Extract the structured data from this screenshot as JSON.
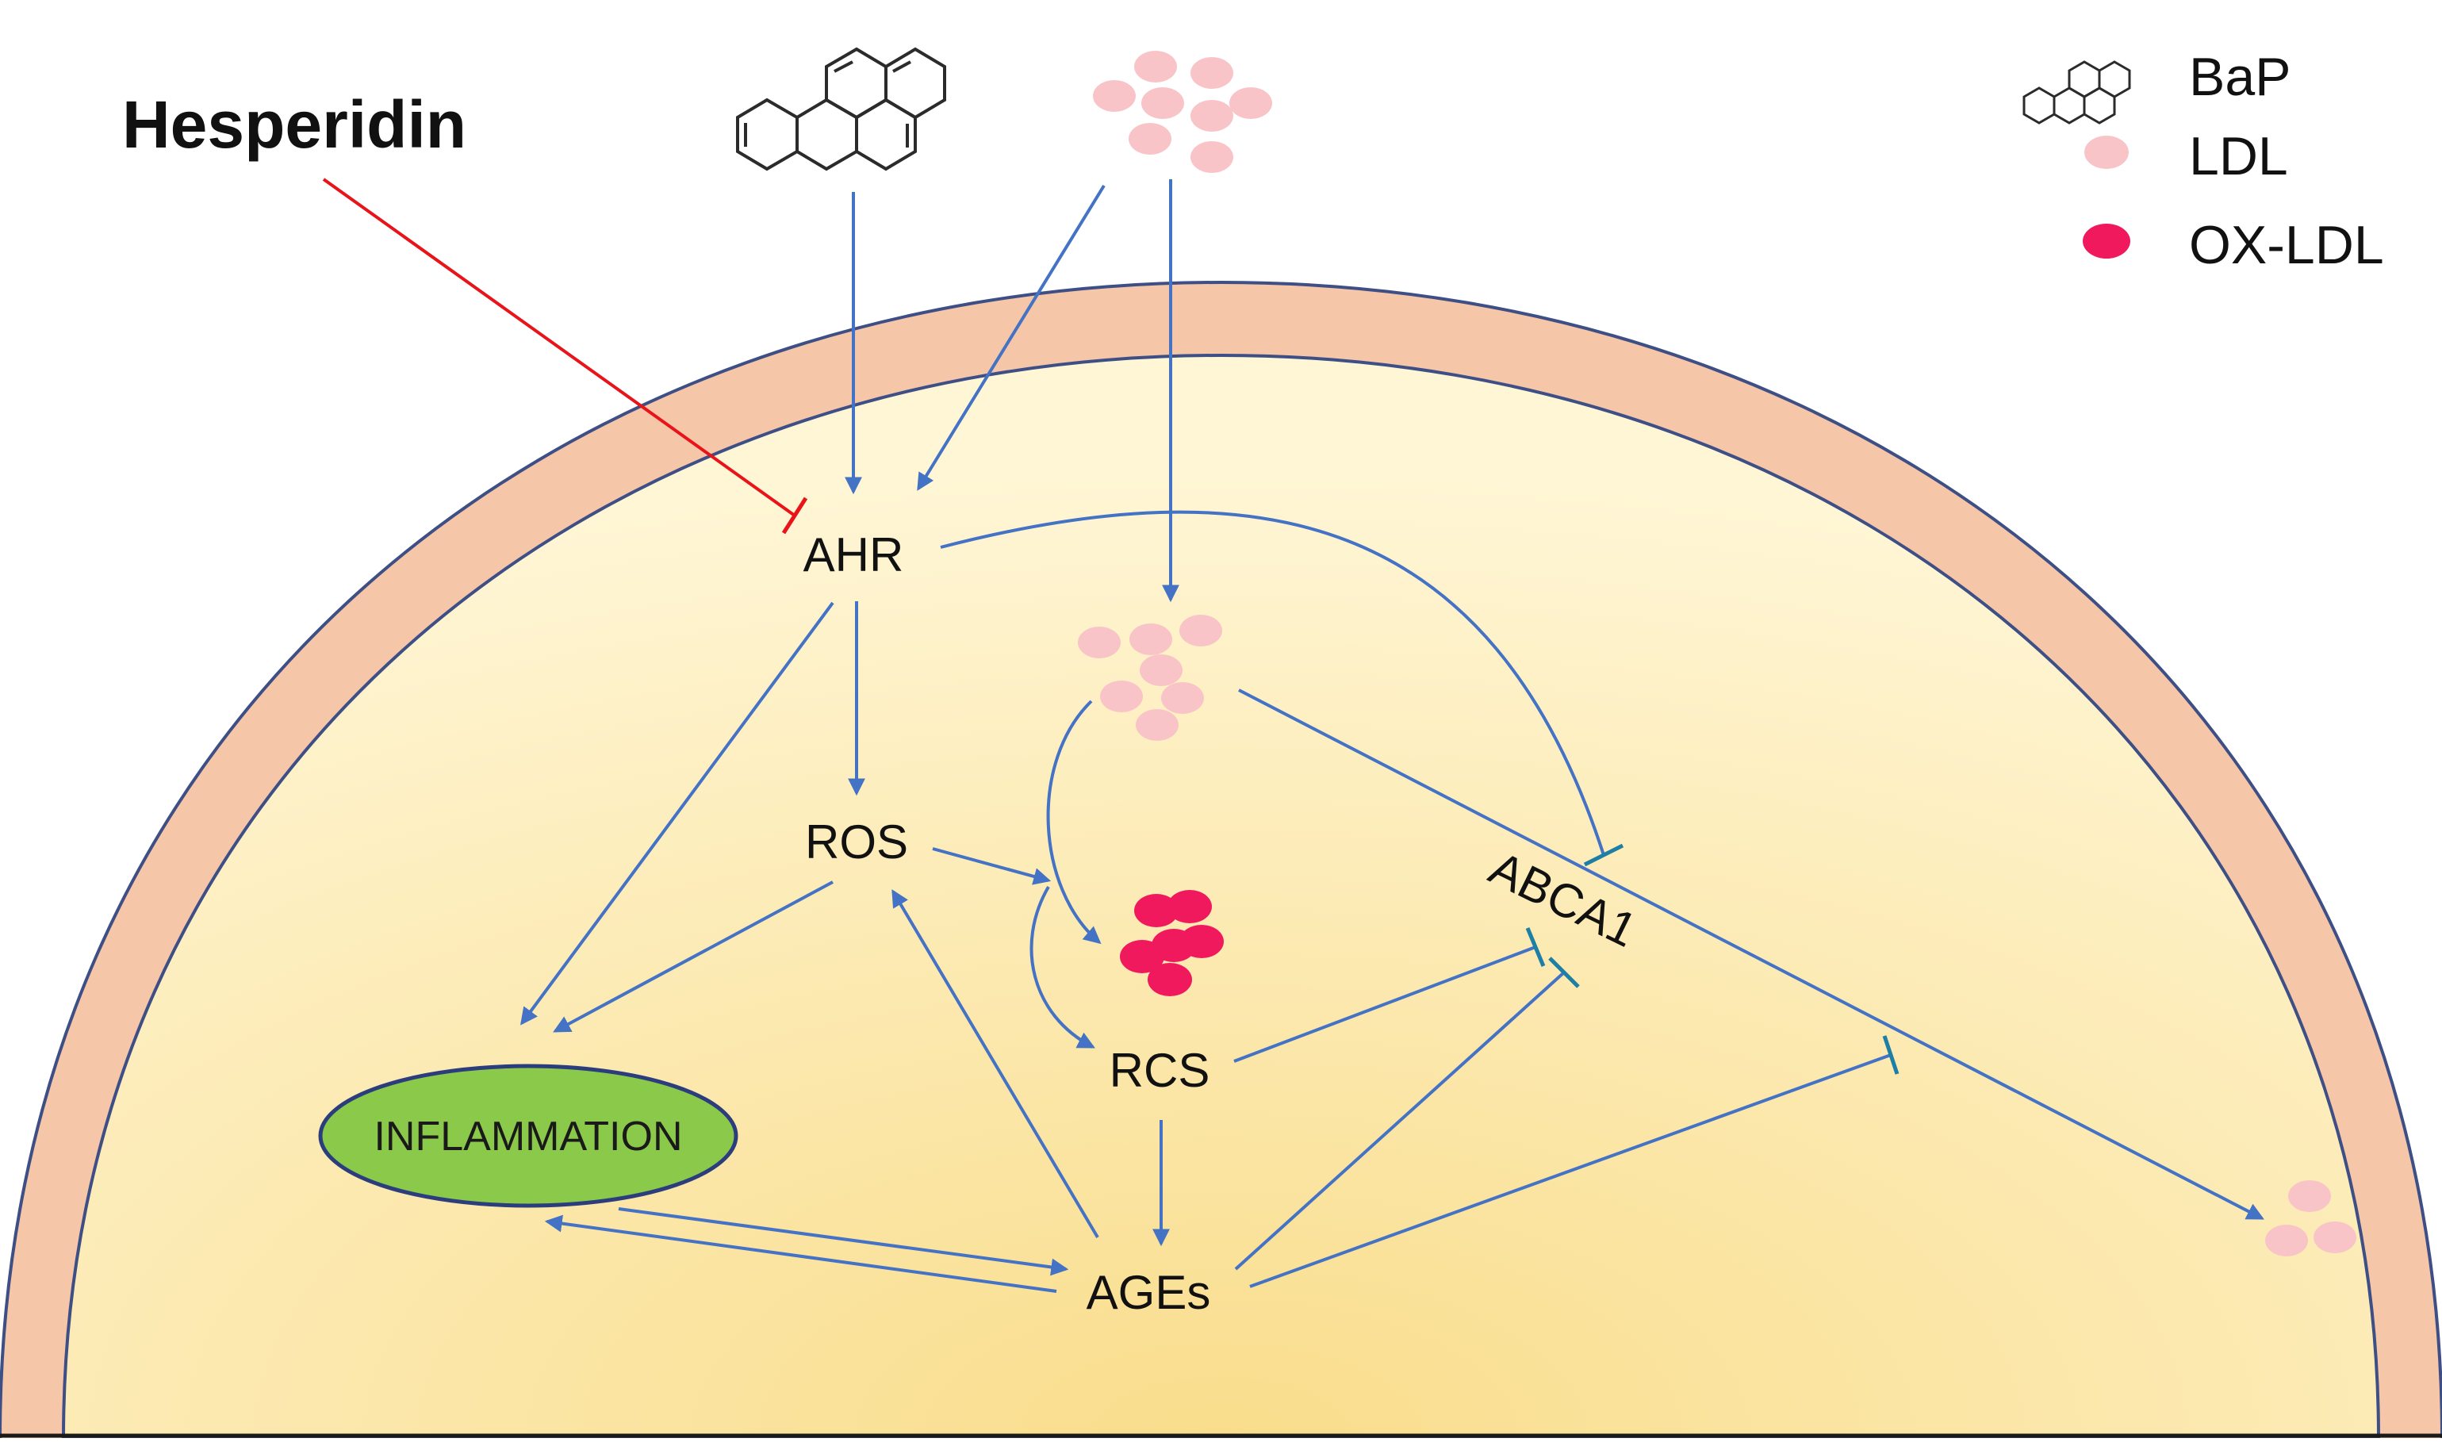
{
  "title": "",
  "colors": {
    "membrane_outer": "#f5c6a8",
    "membrane_edge": "#3e4f86",
    "cytoplasm_edge": "#fff6d6",
    "cytoplasm_center": "#f9dd8c",
    "arrow": "#4472c4",
    "inhibitor_red": "#e8141a",
    "ldl": "#f9c4c8",
    "ox_ldl": "#f0195e",
    "inflammation_fill": "#8bc94b",
    "inflammation_edge": "#2b3d7c"
  },
  "inhibitor": {
    "label": "Hesperidin",
    "target": "AHR"
  },
  "nodes": {
    "ahr": "AHR",
    "ros": "ROS",
    "rcs": "RCS",
    "ages": "AGEs",
    "abca1": "ABCA1",
    "inflammation": "INFLAMMATION"
  },
  "legend": [
    {
      "key": "bap",
      "label": "BaP",
      "icon": "benzo-a-pyrene-structure-icon"
    },
    {
      "key": "ldl",
      "label": "LDL",
      "icon": "ldl-particle-icon"
    },
    {
      "key": "ox_ldl",
      "label": "OX-LDL",
      "icon": "ox-ldl-particle-icon"
    }
  ],
  "edges": [
    {
      "from": "BaP",
      "to": "AHR",
      "type": "activation"
    },
    {
      "from": "LDL",
      "to": "AHR",
      "type": "activation"
    },
    {
      "from": "LDL",
      "to": "intracellular LDL",
      "type": "activation"
    },
    {
      "from": "Hesperidin",
      "to": "AHR",
      "type": "inhibition"
    },
    {
      "from": "AHR",
      "to": "ROS",
      "type": "activation"
    },
    {
      "from": "AHR",
      "to": "INFLAMMATION",
      "type": "activation"
    },
    {
      "from": "AHR",
      "to": "ABCA1",
      "type": "inhibition"
    },
    {
      "from": "ROS",
      "to": "INFLAMMATION",
      "type": "activation"
    },
    {
      "from": "ROS",
      "to": "OX-LDL",
      "type": "activation"
    },
    {
      "from": "ROS",
      "to": "RCS",
      "type": "activation"
    },
    {
      "from": "intracellular LDL",
      "to": "OX-LDL",
      "type": "activation"
    },
    {
      "from": "intracellular LDL",
      "to": "extracellular LDL",
      "type": "efflux"
    },
    {
      "from": "RCS",
      "to": "ABCA1",
      "type": "inhibition"
    },
    {
      "from": "RCS",
      "to": "AGEs",
      "type": "activation"
    },
    {
      "from": "AGEs",
      "to": "ROS",
      "type": "activation"
    },
    {
      "from": "AGEs",
      "to": "ABCA1",
      "type": "inhibition"
    },
    {
      "from": "AGEs",
      "to": "LDL efflux",
      "type": "inhibition"
    },
    {
      "from": "AGEs",
      "to": "INFLAMMATION",
      "type": "activation"
    },
    {
      "from": "INFLAMMATION",
      "to": "AGEs",
      "type": "activation"
    }
  ]
}
